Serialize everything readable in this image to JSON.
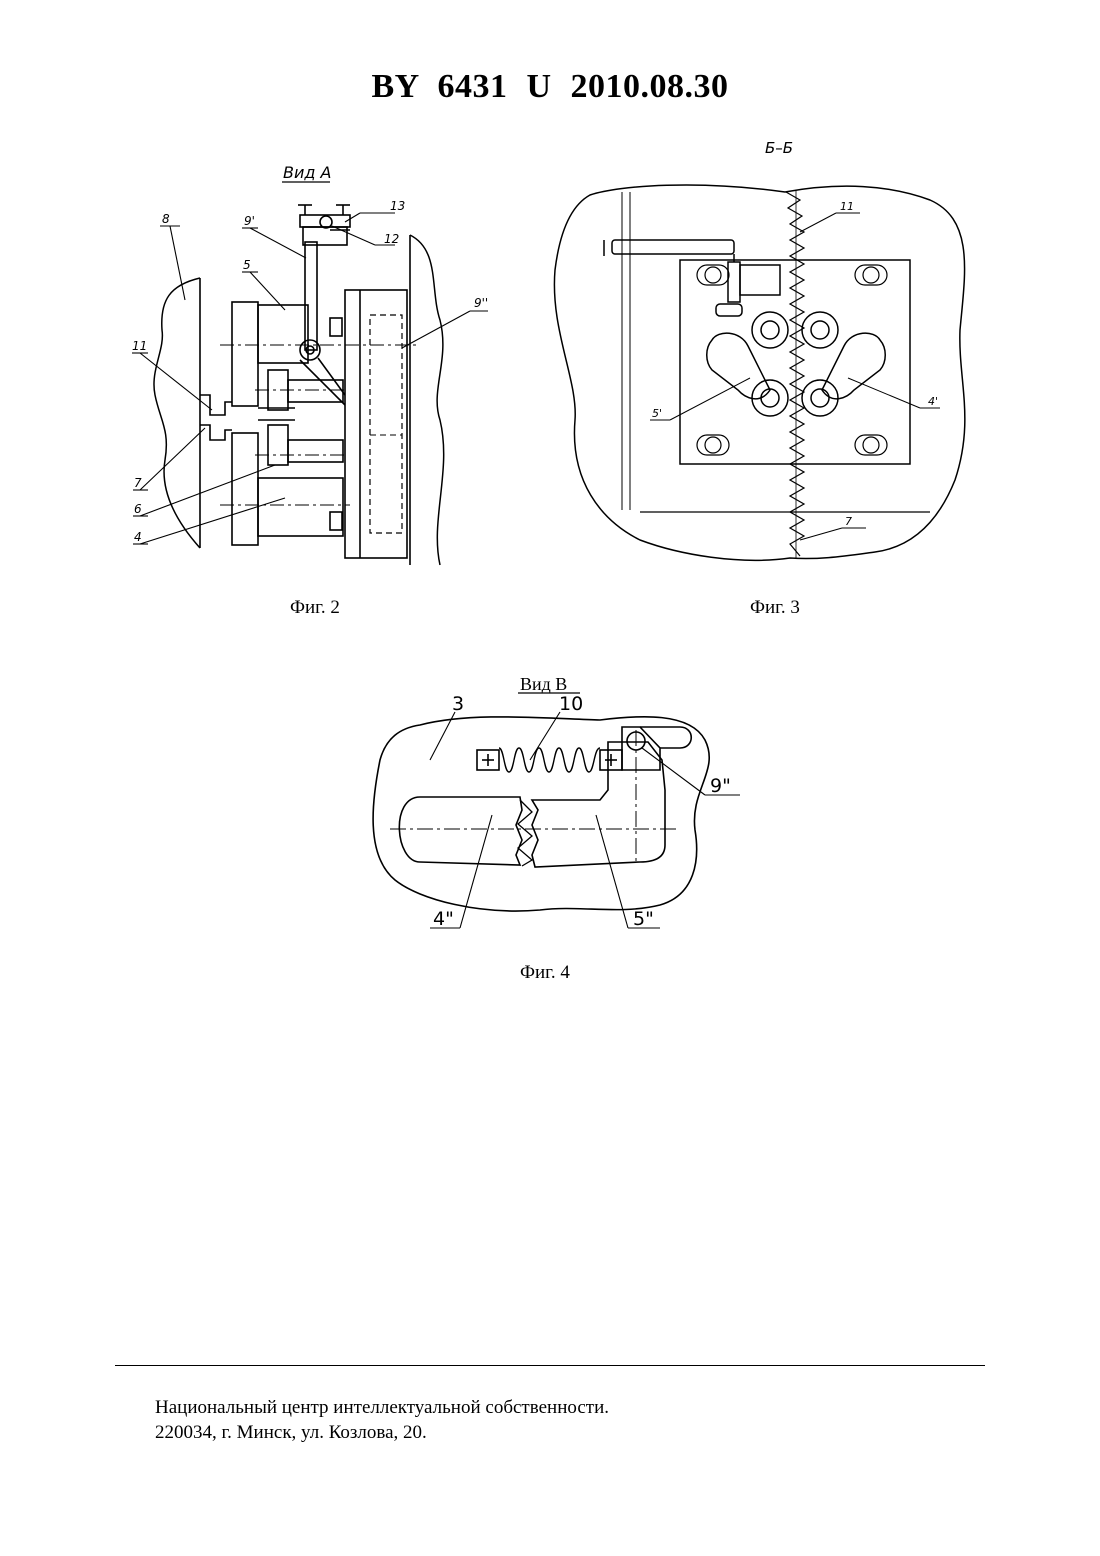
{
  "header": {
    "title": "BY 6431 U 2010.08.30"
  },
  "fig2": {
    "view_label": "Вид А",
    "caption": "Фиг. 2",
    "labels": {
      "l8": "8",
      "l9p": "9'",
      "l13": "13",
      "l12": "12",
      "l5": "5",
      "l9pp": "9''",
      "l11": "11",
      "l7": "7",
      "l6": "6",
      "l4": "4"
    }
  },
  "fig3": {
    "view_label": "Б–Б",
    "caption": "Фиг. 3",
    "labels": {
      "l11": "11",
      "l5p": "5'",
      "l4p": "4'",
      "l7": "7"
    }
  },
  "fig4": {
    "view_label": "Вид В",
    "caption": "Фиг. 4",
    "labels": {
      "l3": "3",
      "l10": "10",
      "l9pp": "9\"",
      "l4pp": "4\"",
      "l5pp": "5\""
    }
  },
  "footer": {
    "line1": "Национальный центр интеллектуальной собственности.",
    "line2": "220034, г. Минск, ул. Козлова, 20."
  }
}
